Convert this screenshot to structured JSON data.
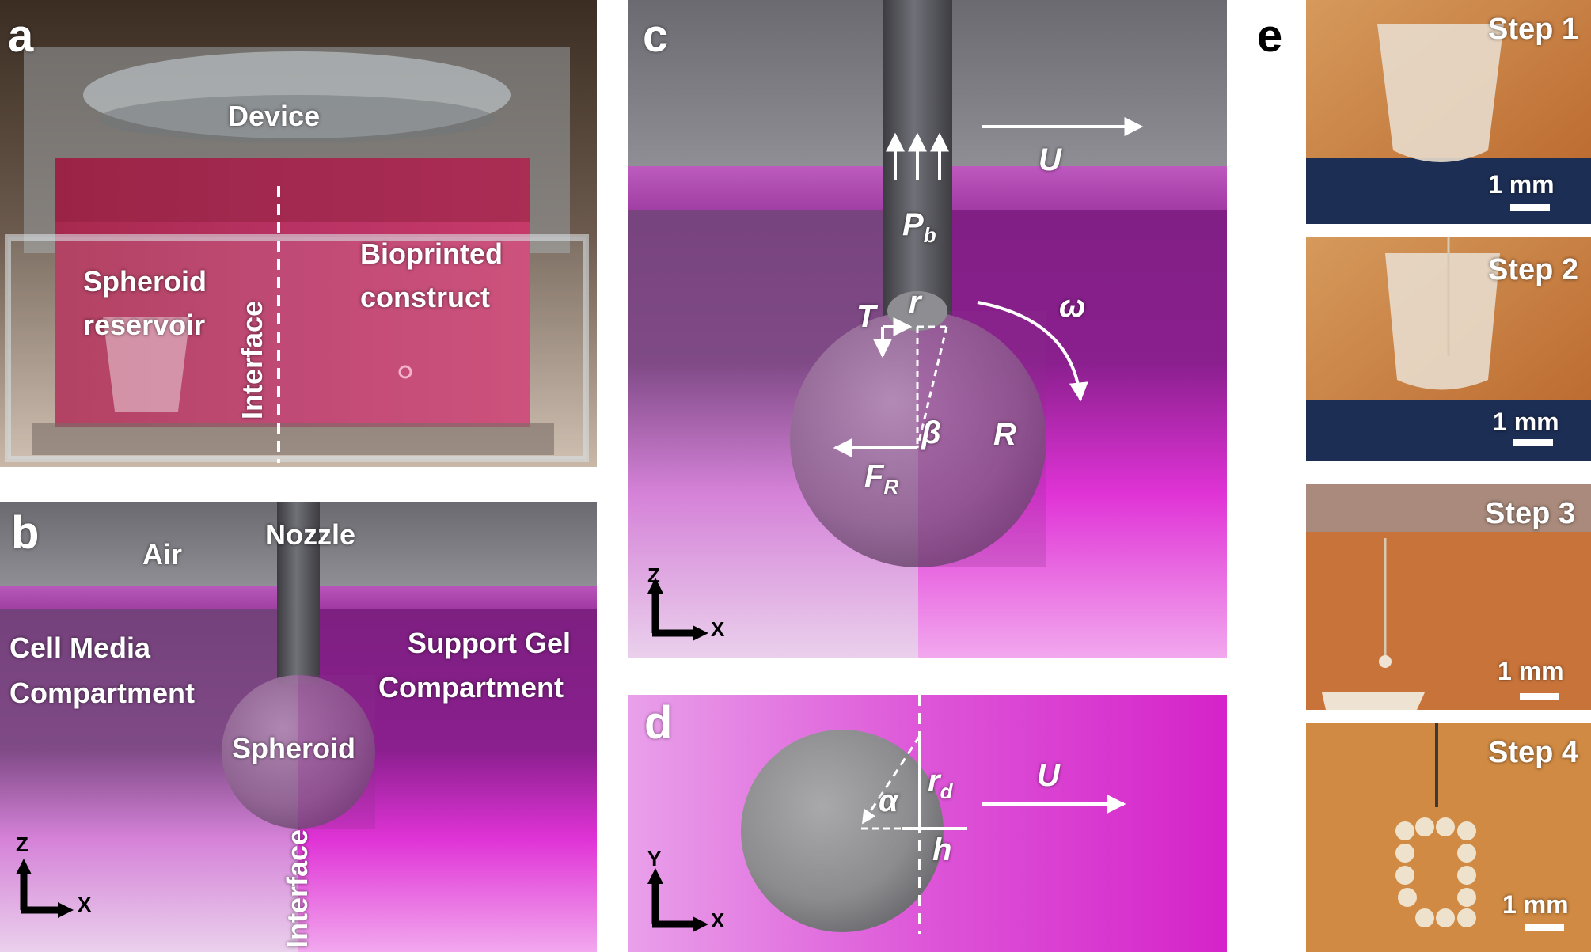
{
  "panels": {
    "a": {
      "letter": "a",
      "device": "Device",
      "spheroid_reservoir_1": "Spheroid",
      "spheroid_reservoir_2": "reservoir",
      "interface": "Interface",
      "bioprinted_1": "Bioprinted",
      "bioprinted_2": "construct"
    },
    "b": {
      "letter": "b",
      "air": "Air",
      "nozzle": "Nozzle",
      "cell_media_1": "Cell Media",
      "cell_media_2": "Compartment",
      "support_gel_1": "Support Gel",
      "support_gel_2": "Compartment",
      "spheroid": "Spheroid",
      "interface": "Interface",
      "axis_z": "Z",
      "axis_x": "X"
    },
    "c": {
      "letter": "c",
      "u": "U",
      "p": "P",
      "p_sub": "b",
      "r_small": "r",
      "t": "T",
      "omega": "ω",
      "beta": "β",
      "r_big": "R",
      "f": "F",
      "f_sub": "R",
      "axis_z": "Z",
      "axis_x": "X"
    },
    "d": {
      "letter": "d",
      "u": "U",
      "r": "r",
      "r_sub": "d",
      "alpha": "α",
      "h": "h",
      "axis_y": "Y",
      "axis_x": "X"
    },
    "e": {
      "letter": "e",
      "steps": [
        "Step 1",
        "Step 2",
        "Step 3",
        "Step 4"
      ],
      "scale": "1 mm"
    }
  },
  "colors": {
    "magenta": "#d21cc8",
    "purple_dark": "#5e1f60",
    "grey_air": "#8a8a90",
    "orange": "#c77a3c"
  }
}
